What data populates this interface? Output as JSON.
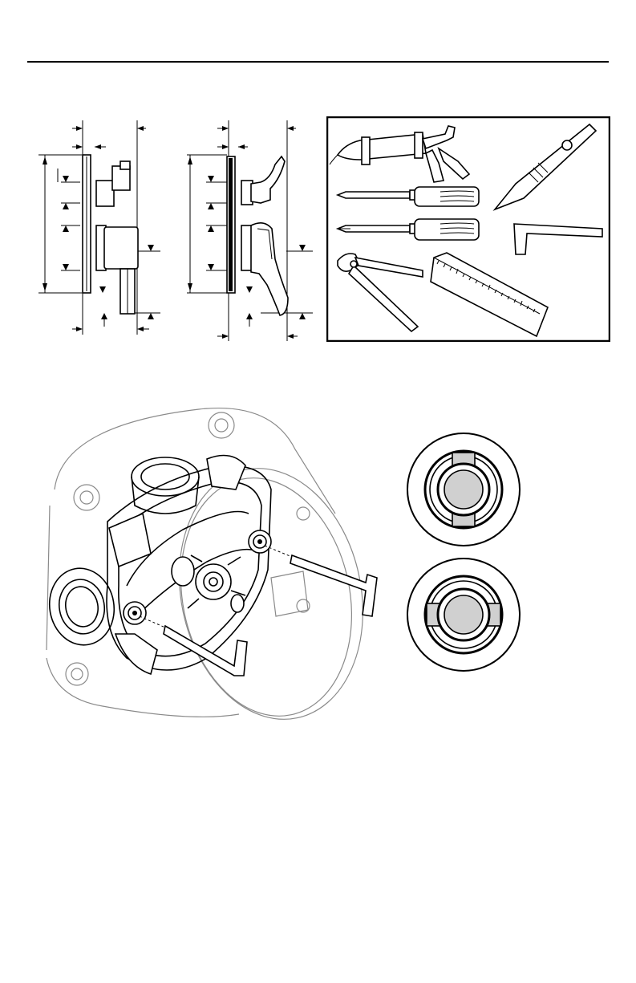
{
  "document": {
    "page": {
      "background": "#ffffff",
      "ink": "#000000",
      "shading": "#d0d0d0"
    },
    "figures": [
      {
        "id": "rough-dimensions-lever-handles",
        "icon": "valve-profile-diagram"
      },
      {
        "id": "tools-required",
        "icon": "tools-panel",
        "tools": [
          "caulk-gun-icon",
          "utility-knife-icon",
          "flat-screwdriver-icon",
          "phillips-screwdriver-icon",
          "hex-key-icon",
          "pliers-icon",
          "ruler-icon"
        ]
      },
      {
        "id": "valve-body-hex-key",
        "icon": "valve-body-illustration"
      },
      {
        "id": "cartridge-positions",
        "icon": "cartridge-detail-circles"
      }
    ]
  }
}
